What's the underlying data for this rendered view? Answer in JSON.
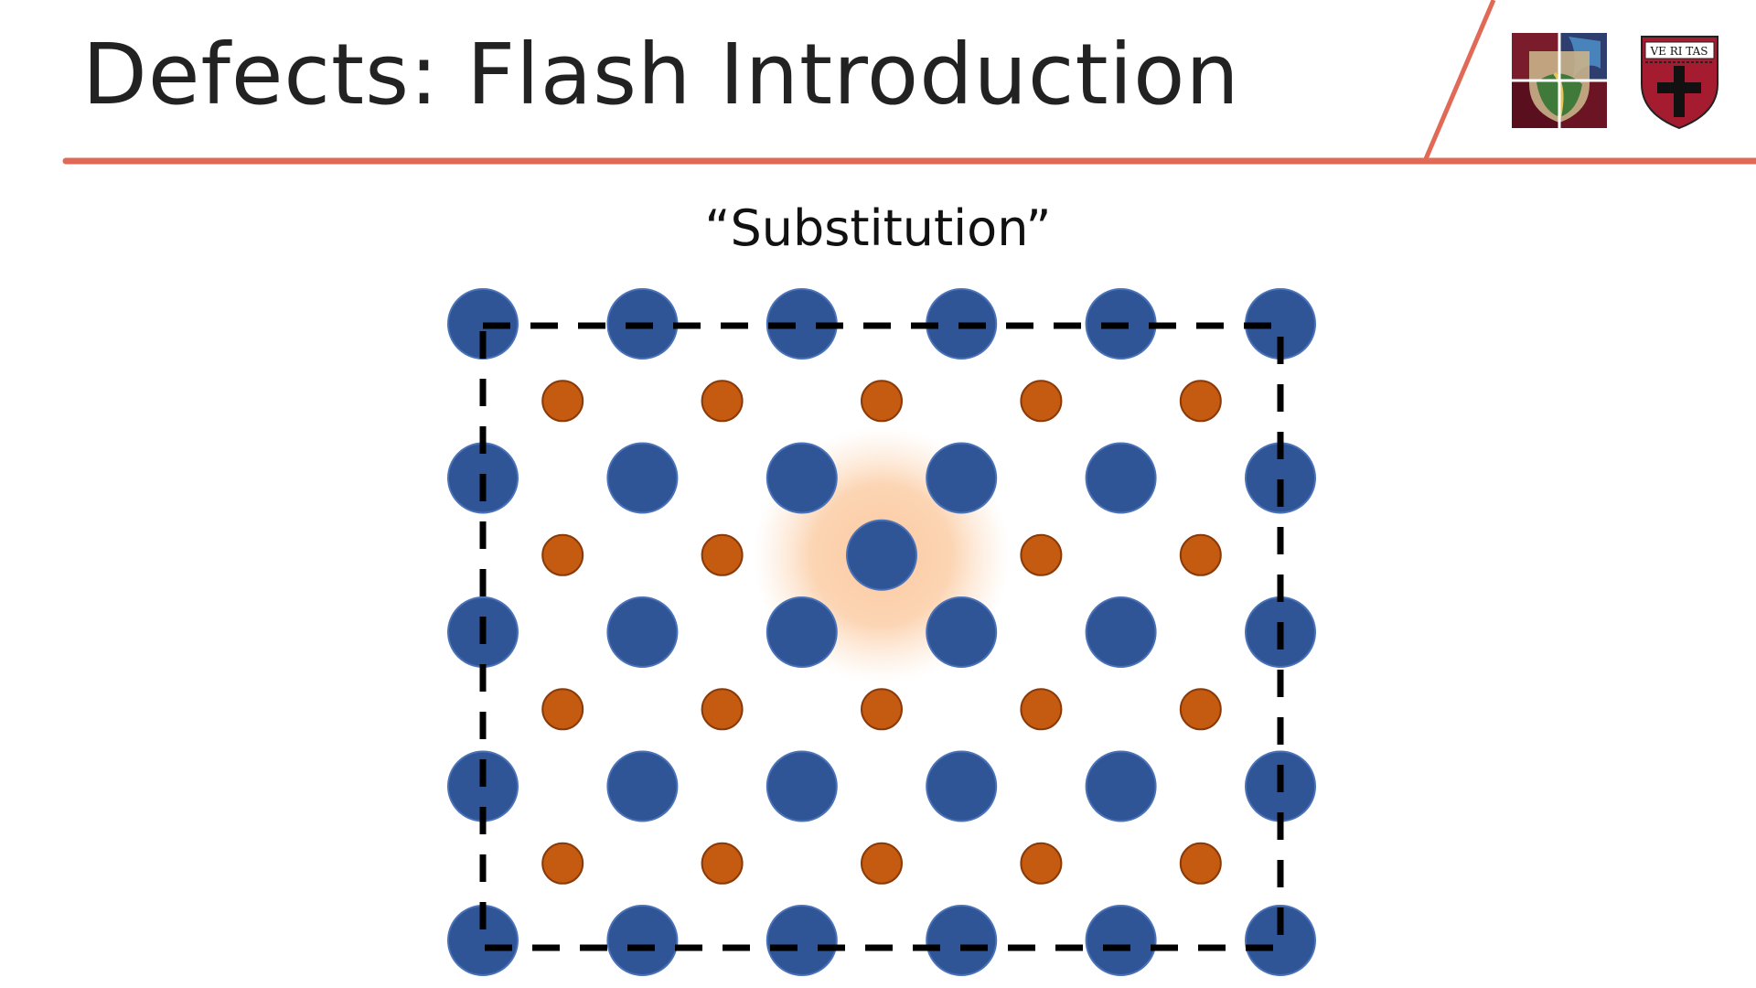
{
  "slide": {
    "title": "Defects: Flash Introduction",
    "subtitle": "“Substitution”"
  },
  "logos": {
    "left": {
      "name": "school-crest-logo"
    },
    "right": {
      "name": "harvard-shield-logo",
      "text": "VE RI TAS"
    }
  },
  "colors": {
    "accent_line": "#e06a55",
    "large_atom": "#2f5597",
    "small_atom": "#c55a11",
    "highlight_glow": "#fbc9a0",
    "cell_border": "#000000"
  },
  "lattice": {
    "large_atom_grid": {
      "columns": 6,
      "rows": 5
    },
    "small_atom_grid": {
      "columns": 5,
      "rows": 4
    },
    "substitution_site": {
      "row": 1,
      "column": 2
    }
  }
}
